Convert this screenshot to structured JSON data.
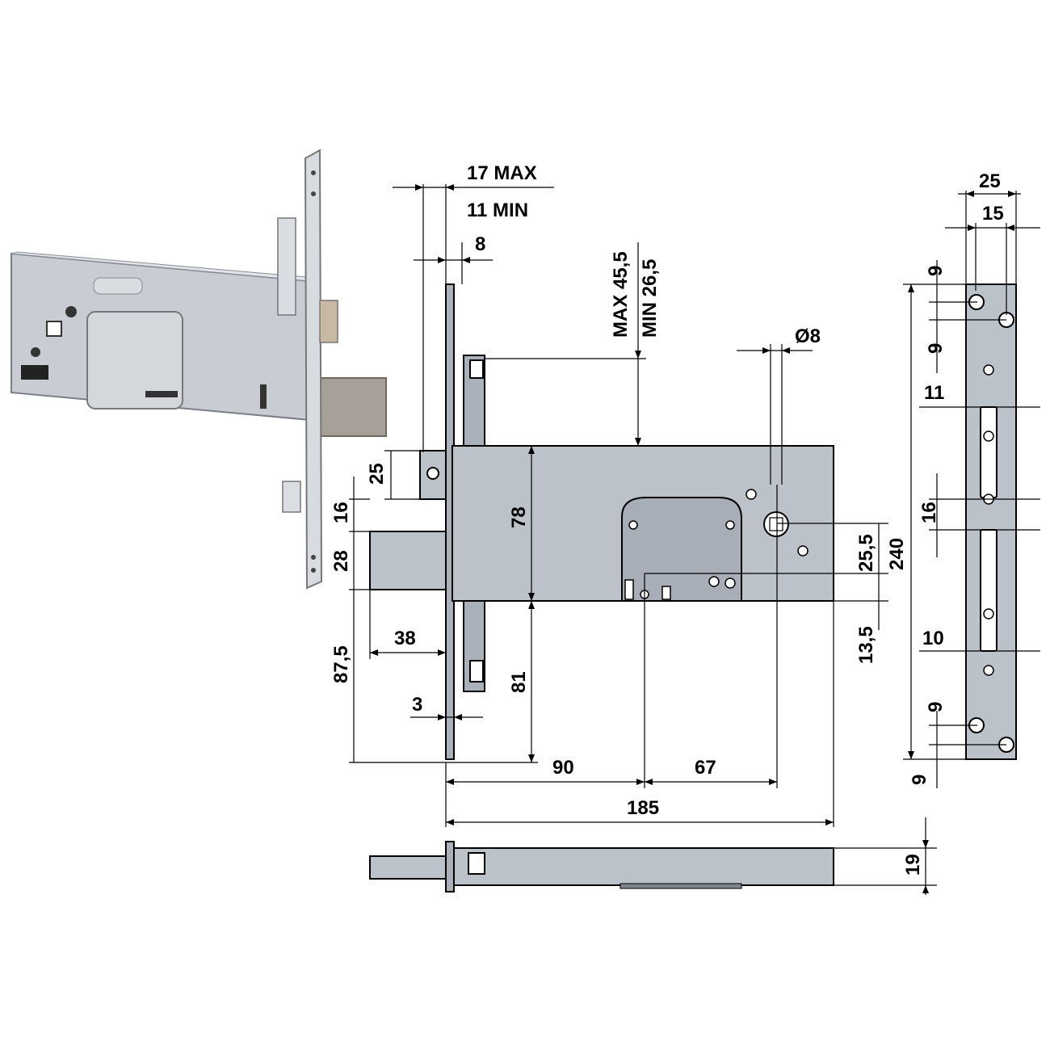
{
  "dimensions": {
    "front_max": "17 MAX",
    "front_min": "11 MIN",
    "faceplate_thickness": "8",
    "rod_max": "MAX 45,5",
    "rod_min": "MIN 26,5",
    "hole_diameter": "Ø8",
    "h25": "25",
    "h16": "16",
    "h28": "28",
    "h78": "78",
    "h87_5": "87,5",
    "h81": "81",
    "w38": "38",
    "w3": "3",
    "w90": "90",
    "w67": "67",
    "w185": "185",
    "h25_5": "25,5",
    "h13_5": "13,5",
    "h240": "240",
    "plate_w25": "25",
    "plate_w15": "15",
    "plate_9a": "9",
    "plate_9b": "9",
    "plate_11": "11",
    "plate_16": "16",
    "plate_10": "10",
    "plate_9c": "9",
    "plate_9d": "9",
    "t19": "19"
  },
  "colors": {
    "body": "#bcc2ca",
    "line": "#000000",
    "photo_metal": "#c8ccd2"
  }
}
